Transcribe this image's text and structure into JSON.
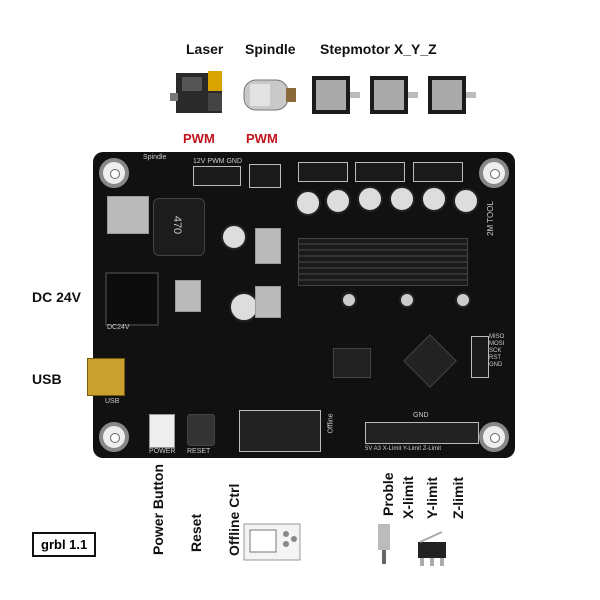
{
  "labels": {
    "laser": "Laser",
    "spindle": "Spindle",
    "stepmotor": "Stepmotor X_Y_Z",
    "pwm_laser": "PWM",
    "pwm_spindle": "PWM",
    "dc": "DC 24V",
    "usb": "USB",
    "power_button": "Power Button",
    "reset": "Reset",
    "offline_ctrl": "Offline Ctrl",
    "proble": "Proble",
    "x_limit": "X-limit",
    "y_limit": "Y-limit",
    "z_limit": "Z-limit",
    "grbl": "grbl 1.1"
  },
  "silk": {
    "spindle": "Spindle",
    "laser_hdr": "12V PWM GND",
    "dc24v": "DC24V",
    "usb": "USB",
    "power": "POWER",
    "reset": "RESET",
    "offline": "Offline",
    "gnd": "GND",
    "limits": "5V A3 X-Limit Y-Limit Z-Limit",
    "v5": "5V",
    "inductor": "470",
    "isp": "MISO MOSI SCK RST GND"
  }
}
